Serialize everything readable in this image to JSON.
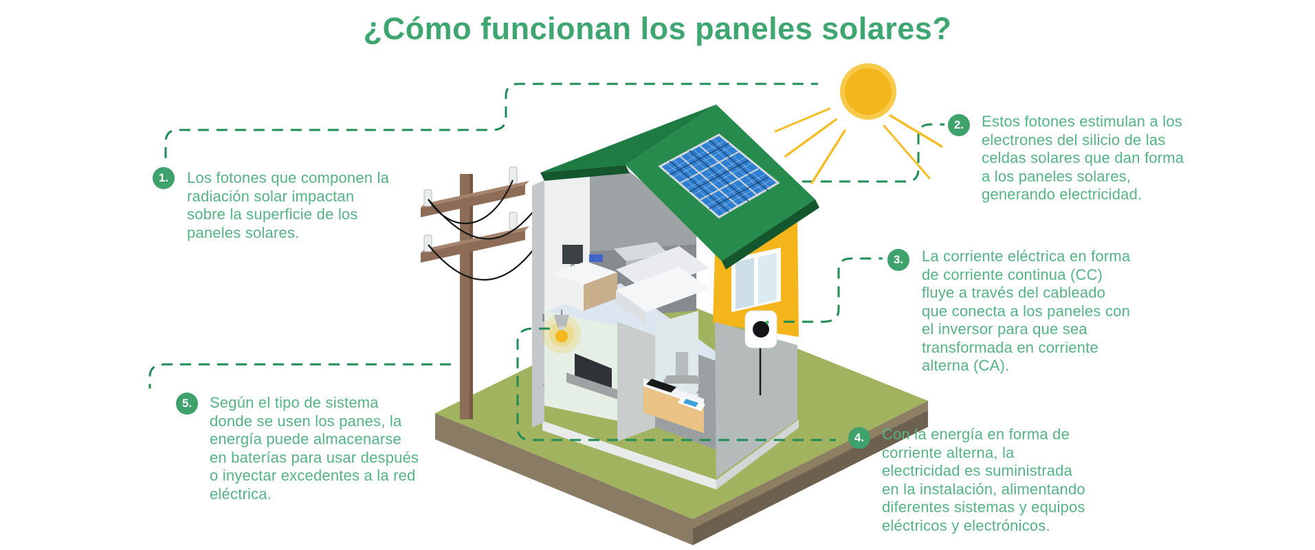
{
  "title": "¿Cómo funcionan los paneles solares?",
  "steps": [
    {
      "number": "1.",
      "text": "Los fotones que componen la\nradiación solar impactan\nsobre la superficie de los\npaneles solares."
    },
    {
      "number": "2.",
      "text": "Estos fotones estimulan a los\nelectrones del silicio de las\nceldas solares que dan forma\na los paneles solares,\ngenerando electricidad."
    },
    {
      "number": "3.",
      "text": "La corriente eléctrica en forma\nde corriente continua (CC)\nfluye a través del cableado\nque conecta a los paneles con\nel inversor para que sea\ntransformada en corriente\nalterna (CA)."
    },
    {
      "number": "4.",
      "text": "Con la energía en forma de\ncorriente alterna, la\nelectricidad es suministrada\nen la instalación, alimentando\ndiferentes sistemas y equipos\neléctricos y electrónicos."
    },
    {
      "number": "5.",
      "text": "Según el tipo de sistema\ndonde se usen los panes, la\nenergía puede almacenarse\nen baterías para usar después\no inyectar excedentes a la red\neléctrica."
    }
  ],
  "colors": {
    "title_green": "#3fa571",
    "text_green": "#55b383",
    "badge_green": "#3fa16c",
    "dash_green": "#1e8c54",
    "roof_green": "#268b4c",
    "panel_blue": "#2e7ed1",
    "sun_yellow": "#f2b51c",
    "wall_yellow": "#f3b51a",
    "grass_green": "#a2b35f"
  },
  "icons": [
    "sun-icon",
    "solar-panel-icon",
    "house-icon",
    "utility-pole-icon",
    "inverter-icon",
    "lamp-icon"
  ]
}
